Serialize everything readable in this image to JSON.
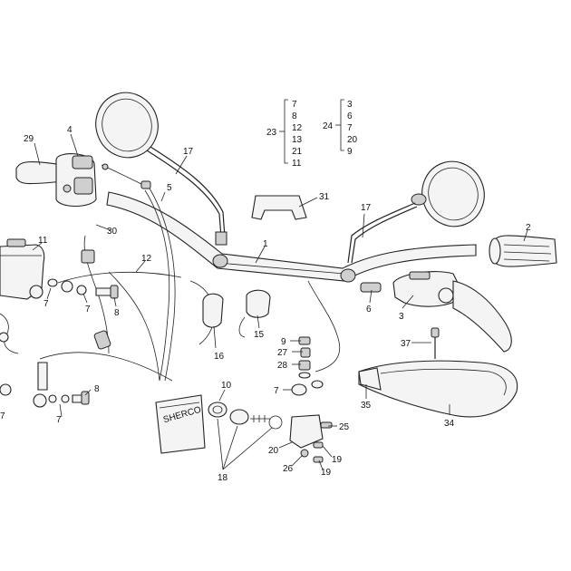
{
  "callouts": [
    {
      "id": "c1",
      "text": "1"
    },
    {
      "id": "c2",
      "text": "2"
    },
    {
      "id": "c3",
      "text": "3"
    },
    {
      "id": "c4",
      "text": "4"
    },
    {
      "id": "c5",
      "text": "5"
    },
    {
      "id": "c6",
      "text": "6"
    },
    {
      "id": "c7a",
      "text": "7"
    },
    {
      "id": "c7b",
      "text": "7"
    },
    {
      "id": "c7c",
      "text": "7"
    },
    {
      "id": "c7d",
      "text": "7"
    },
    {
      "id": "c7e",
      "text": "7"
    },
    {
      "id": "c8a",
      "text": "8"
    },
    {
      "id": "c8b",
      "text": "8"
    },
    {
      "id": "c9",
      "text": "9"
    },
    {
      "id": "c10",
      "text": "10"
    },
    {
      "id": "c11",
      "text": "11"
    },
    {
      "id": "c12",
      "text": "12"
    },
    {
      "id": "c15",
      "text": "15"
    },
    {
      "id": "c16",
      "text": "16"
    },
    {
      "id": "c17a",
      "text": "17"
    },
    {
      "id": "c17b",
      "text": "17"
    },
    {
      "id": "c18",
      "text": "18"
    },
    {
      "id": "c19a",
      "text": "19"
    },
    {
      "id": "c19b",
      "text": "19"
    },
    {
      "id": "c20",
      "text": "20"
    },
    {
      "id": "c25",
      "text": "25"
    },
    {
      "id": "c26",
      "text": "26"
    },
    {
      "id": "c27",
      "text": "27"
    },
    {
      "id": "c28",
      "text": "28"
    },
    {
      "id": "c29",
      "text": "29"
    },
    {
      "id": "c30",
      "text": "30"
    },
    {
      "id": "c31",
      "text": "31"
    },
    {
      "id": "c34",
      "text": "34"
    },
    {
      "id": "c35",
      "text": "35"
    },
    {
      "id": "c37",
      "text": "37"
    }
  ],
  "group23": {
    "label": "23",
    "items": [
      "7",
      "8",
      "12",
      "13",
      "21",
      "11"
    ]
  },
  "group24": {
    "label": "24",
    "items": [
      "3",
      "6",
      "7",
      "20",
      "9"
    ]
  },
  "pouch_logo": "SHERCO"
}
